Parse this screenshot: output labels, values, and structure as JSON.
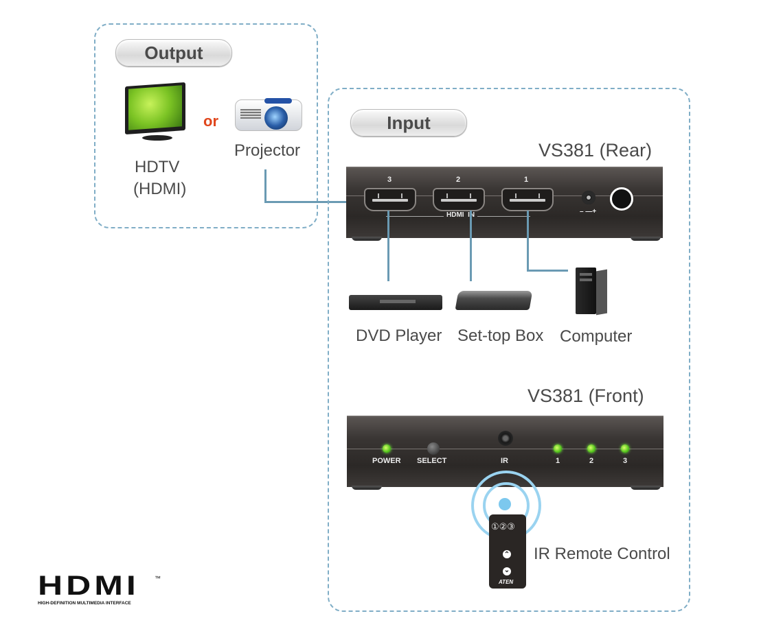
{
  "output_section": {
    "title": "Output",
    "devices": [
      {
        "name": "HDTV",
        "sublabel": "(HDMI)"
      },
      {
        "name": "Projector"
      }
    ],
    "separator": "or"
  },
  "input_section": {
    "title": "Input",
    "rear_title": "VS381 (Rear)",
    "rear_ports": [
      "3",
      "2",
      "1"
    ],
    "rear_port_group_label": "HDMI  IN",
    "power_polarity": "– —+",
    "sources": [
      "DVD Player",
      "Set-top Box",
      "Computer"
    ],
    "front_title": "VS381 (Front)",
    "front_labels": {
      "power": "POWER",
      "select": "SELECT",
      "ir": "IR",
      "leds": [
        "1",
        "2",
        "3"
      ]
    },
    "remote": {
      "label": "IR Remote Control",
      "buttons": [
        "①②③"
      ],
      "brand": "ATEN",
      "up": "⌃",
      "down": "⌄"
    }
  },
  "logo": {
    "main": "HDMI",
    "tm": "™",
    "tagline": "HIGH-DEFINITION MULTIMEDIA INTERFACE"
  },
  "colors": {
    "dashed_border": "#7fadc6",
    "wire": "#6a9ab3",
    "or_text": "#e0461c",
    "led_green": "#54c41d",
    "ir_blue": "#9ad3f0"
  }
}
